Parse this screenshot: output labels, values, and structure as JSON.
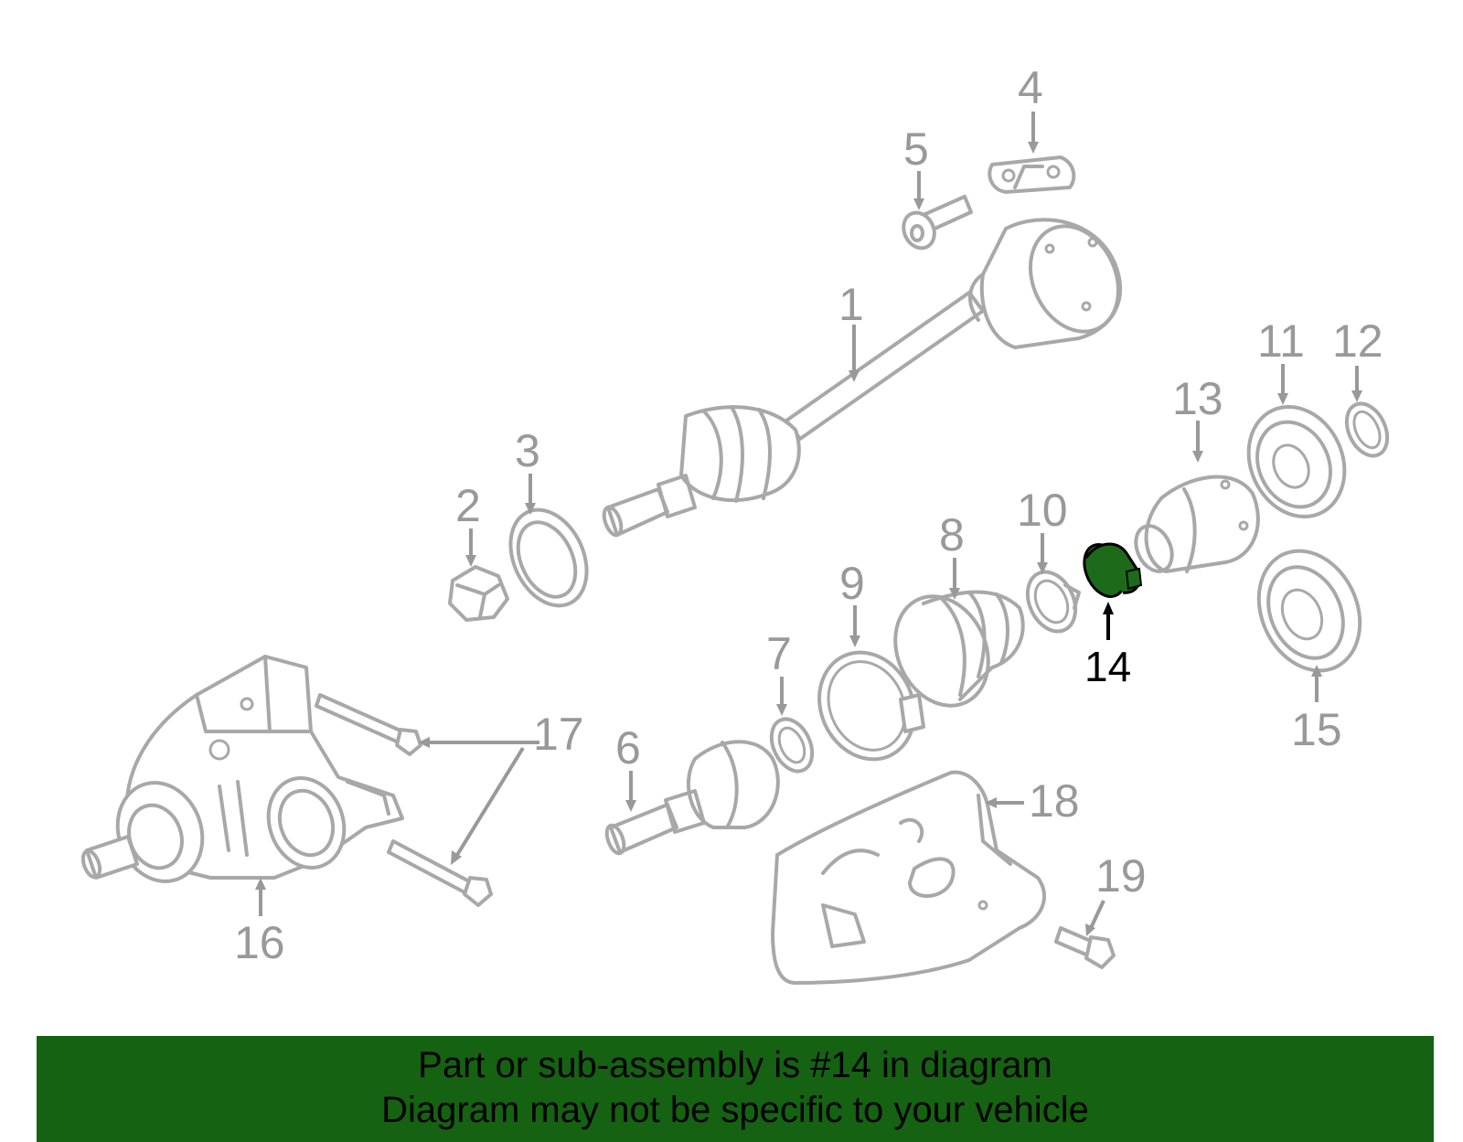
{
  "colors": {
    "part_stroke": "#a8a8a8",
    "label_gray": "#999999",
    "highlight_part": "#1d6b1a",
    "banner_bg": "#156212",
    "banner_text": "#000000"
  },
  "callouts": [
    {
      "id": "1",
      "label": "1"
    },
    {
      "id": "2",
      "label": "2"
    },
    {
      "id": "3",
      "label": "3"
    },
    {
      "id": "4",
      "label": "4"
    },
    {
      "id": "5",
      "label": "5"
    },
    {
      "id": "6",
      "label": "6"
    },
    {
      "id": "7",
      "label": "7"
    },
    {
      "id": "8",
      "label": "8"
    },
    {
      "id": "9",
      "label": "9"
    },
    {
      "id": "10",
      "label": "10"
    },
    {
      "id": "11",
      "label": "11"
    },
    {
      "id": "12",
      "label": "12"
    },
    {
      "id": "13",
      "label": "13"
    },
    {
      "id": "14",
      "label": "14",
      "highlighted": true
    },
    {
      "id": "15",
      "label": "15"
    },
    {
      "id": "16",
      "label": "16"
    },
    {
      "id": "17",
      "label": "17"
    },
    {
      "id": "18",
      "label": "18"
    },
    {
      "id": "19",
      "label": "19"
    }
  ],
  "banner": {
    "line1": "Part or sub-assembly is #14 in diagram",
    "line2": "Diagram may not be specific to your vehicle"
  }
}
